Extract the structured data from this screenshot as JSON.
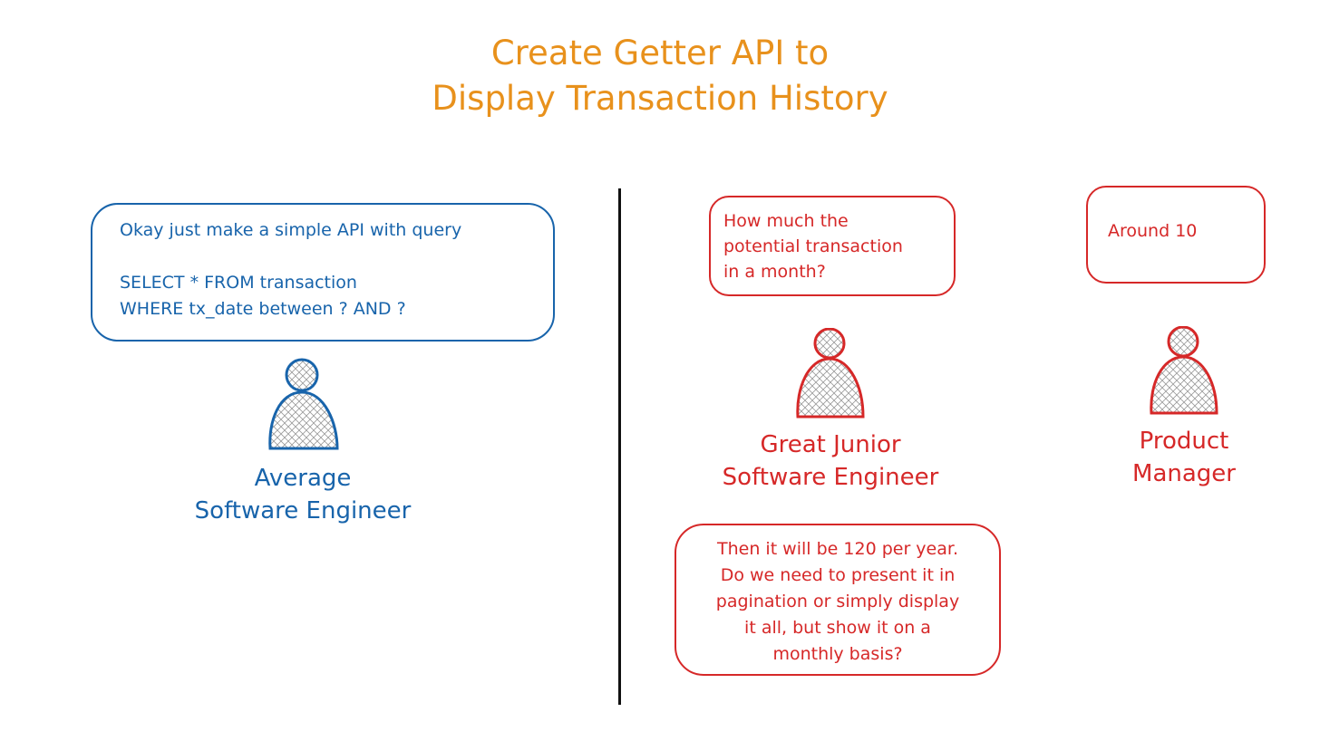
{
  "title": {
    "line1": "Create Getter API to",
    "line2": "Display Transaction History"
  },
  "average_engineer": {
    "bubble_line1": "Okay just make a simple API with query",
    "bubble_line2": "SELECT * FROM transaction",
    "bubble_line3": "WHERE tx_date between ? AND ?",
    "label_line1": "Average",
    "label_line2": "Software Engineer"
  },
  "junior_engineer": {
    "question_line1": "How much the",
    "question_line2": "potential transaction",
    "question_line3": "in a month?",
    "label_line1": "Great Junior",
    "label_line2": "Software Engineer",
    "followup_line1": "Then it will be 120 per year.",
    "followup_line2": "Do we need to present it in",
    "followup_line3": "pagination or simply display",
    "followup_line4": "it all, but show it on a",
    "followup_line5": "monthly basis?"
  },
  "product_manager": {
    "answer": "Around 10",
    "label_line1": "Product",
    "label_line2": "Manager"
  },
  "colors": {
    "title": "#e8911c",
    "average": "#1864ab",
    "junior": "#d62828",
    "divider": "#111111"
  },
  "icons": [
    "person-icon"
  ]
}
